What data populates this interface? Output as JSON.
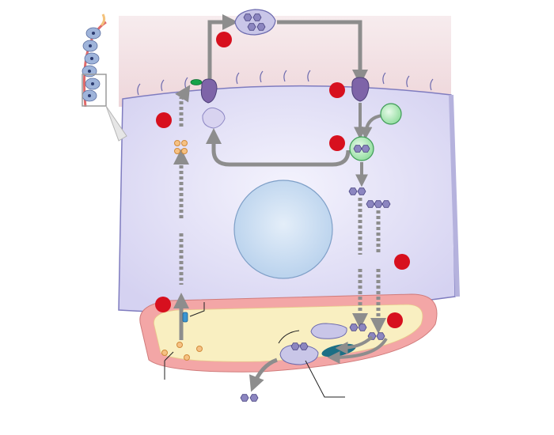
{
  "diagram": {
    "labels": [],
    "colors": {
      "lumen_pink": "#f3dede",
      "cell_lavender": "#dcdaf4",
      "cell_outline": "#6c6aae",
      "nucleus": "#c2d8f0",
      "capillary_fill": "#f9efc1",
      "capillary_wall": "#f3a6a6",
      "red_marker": "#d7101e",
      "arrow_gray": "#8d8d8d",
      "hexagon_purple": "#8c86c0",
      "iodide_orange": "#f6c183",
      "green_receptor": "#a8e6b0",
      "teal_cell": "#1c6f85",
      "blue_channel": "#3a96d2"
    },
    "markers": [
      {
        "id": "marker-1"
      },
      {
        "id": "marker-2"
      },
      {
        "id": "marker-3"
      },
      {
        "id": "marker-4"
      },
      {
        "id": "marker-5"
      },
      {
        "id": "marker-6"
      },
      {
        "id": "marker-7"
      },
      {
        "id": "marker-8"
      }
    ]
  }
}
